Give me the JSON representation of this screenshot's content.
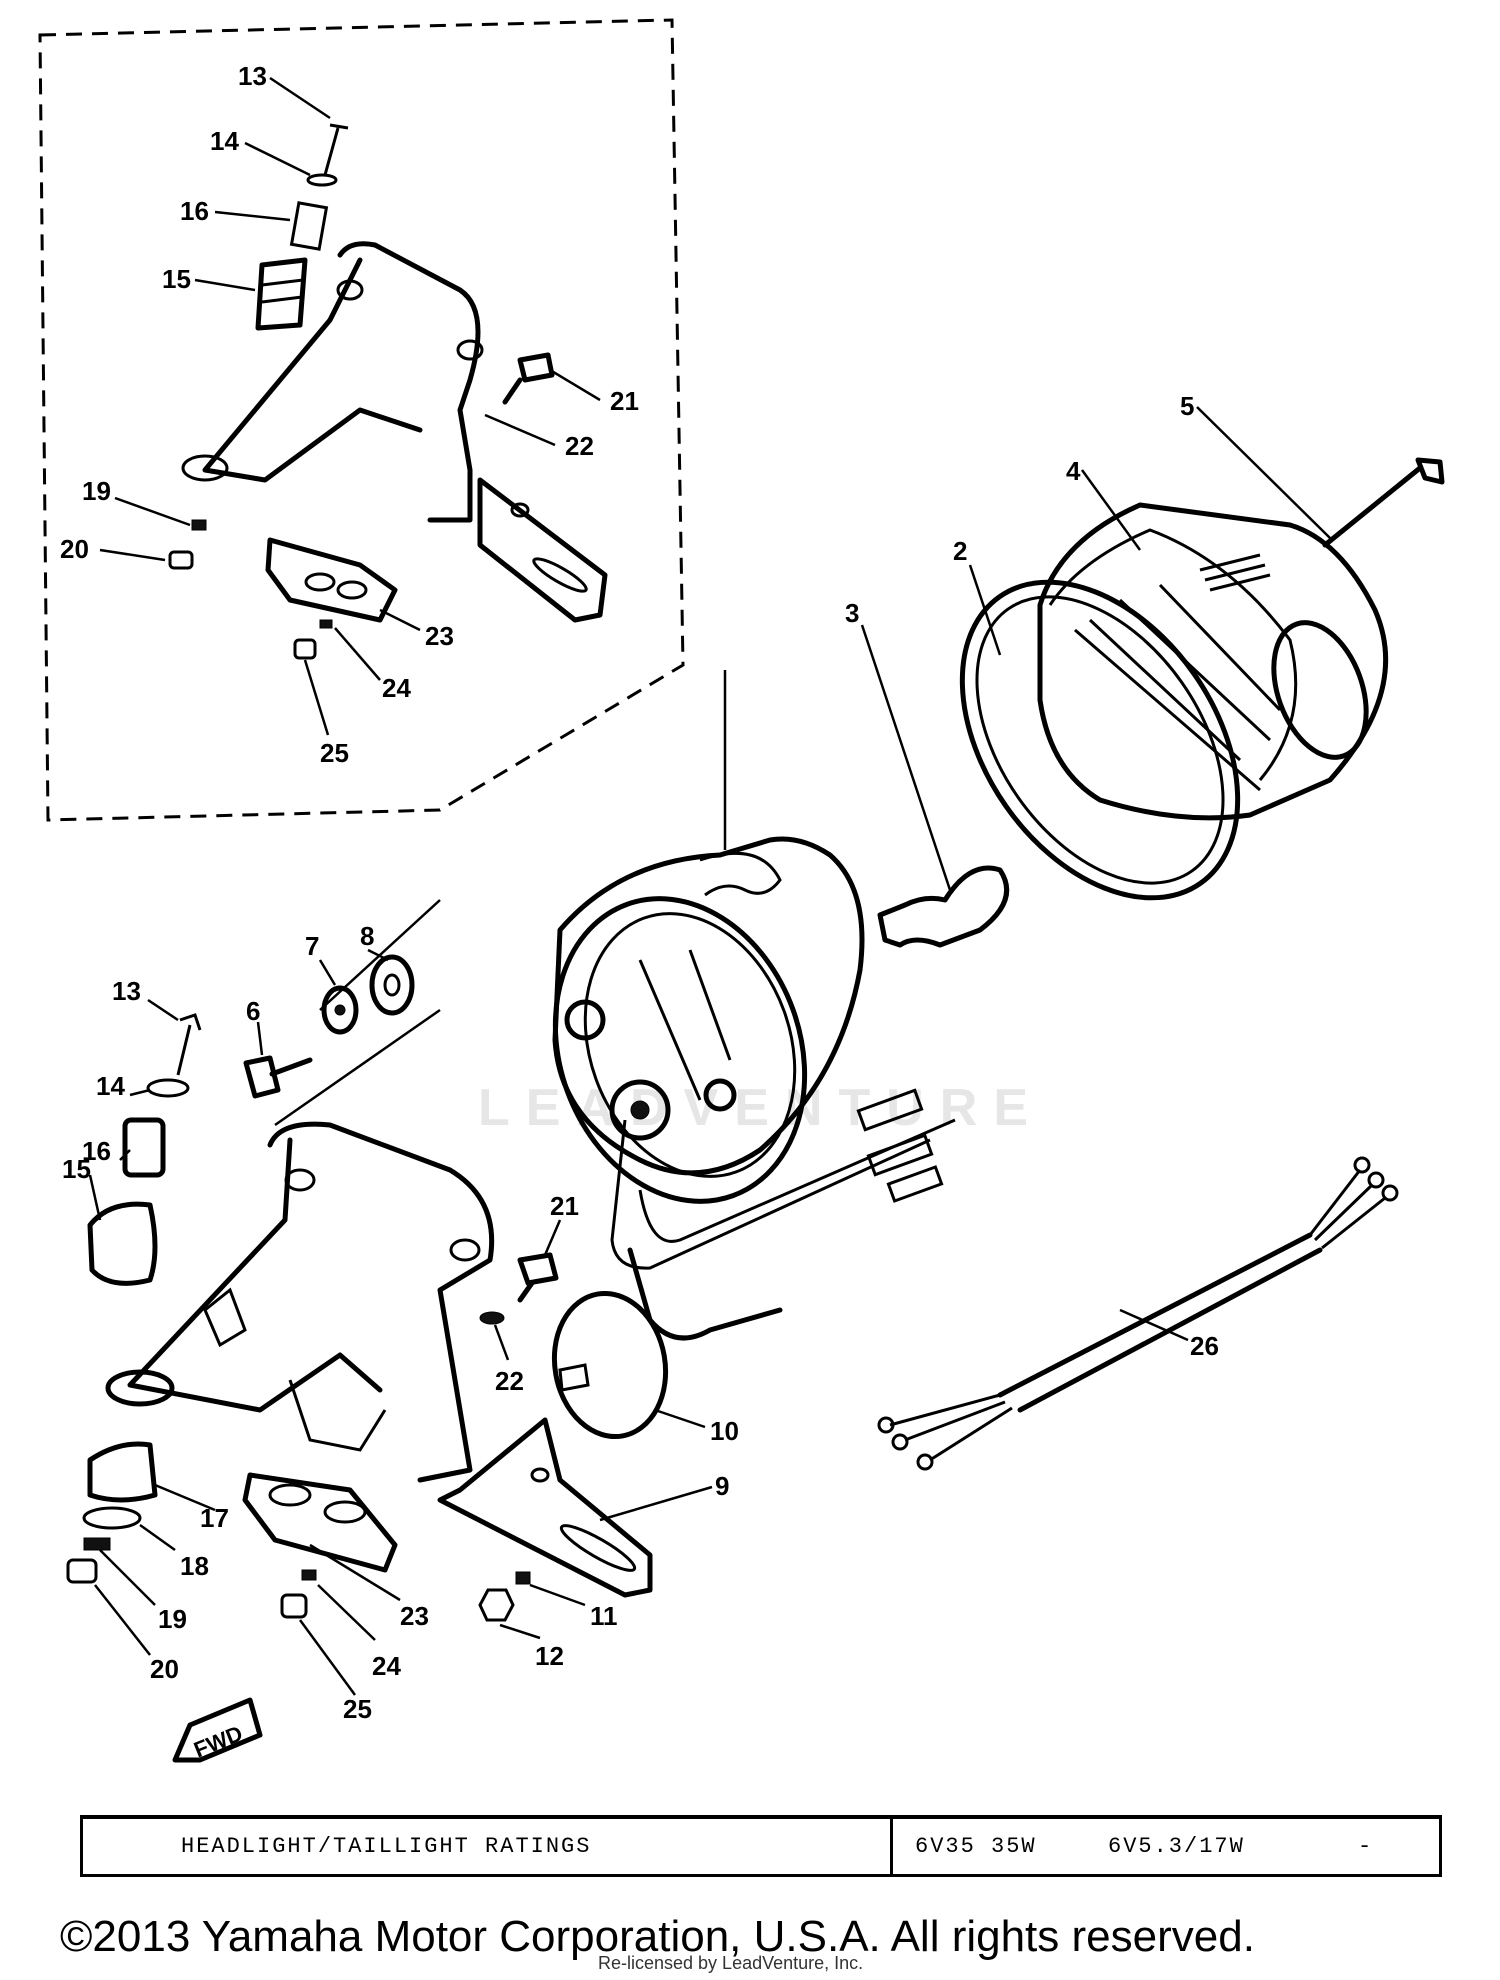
{
  "callouts": {
    "inset": [
      "13",
      "14",
      "16",
      "15",
      "21",
      "22",
      "19",
      "20",
      "23",
      "24",
      "25"
    ],
    "main": [
      "5",
      "4",
      "2",
      "3",
      "8",
      "7",
      "6",
      "13",
      "14",
      "16",
      "15",
      "21",
      "22",
      "26",
      "10",
      "9",
      "17",
      "18",
      "19",
      "20",
      "23",
      "24",
      "25",
      "11",
      "12"
    ]
  },
  "fwd_label": "FWD",
  "watermark": "LEADVENTURE",
  "ratings": {
    "label": "HEADLIGHT/TAILLIGHT RATINGS",
    "headlight": "6V35 35W",
    "taillight": "6V5.3/17W",
    "extra": "-"
  },
  "copyright": "©2013 Yamaha Motor Corporation, U.S.A. All rights reserved.",
  "licensed": "Re-licensed by LeadVenture, Inc."
}
